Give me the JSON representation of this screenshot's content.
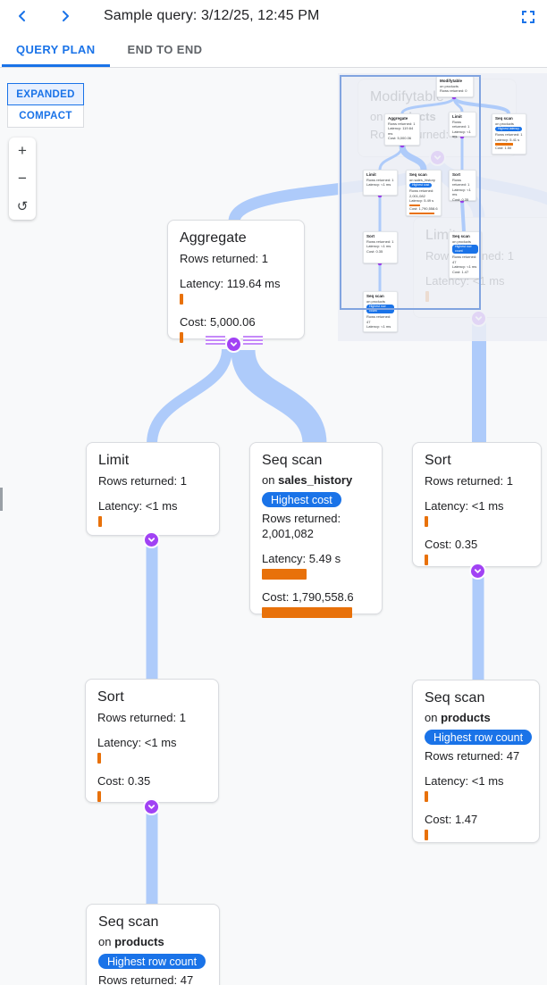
{
  "header": {
    "title": "Sample query: 3/12/25, 12:45 PM"
  },
  "tabs": {
    "query_plan": "QUERY PLAN",
    "end_to_end": "END TO END"
  },
  "controls": {
    "expanded": "EXPANDED",
    "compact": "COMPACT",
    "zoom_in": "+",
    "zoom_out": "−",
    "reset": "↺"
  },
  "colors": {
    "accent_blue": "#1a73e8",
    "link_blue": "#aecbfa",
    "bar_orange": "#e8710a",
    "chevron_purple": "#a142f4",
    "canvas_bg": "#f8f9fa"
  },
  "nodes": {
    "modifytable": {
      "title": "Modifytable",
      "on": "on",
      "table": "products",
      "rows": "Rows returned: 0"
    },
    "limit_behind": {
      "title": "Limit",
      "rows": "Rows returned: 1",
      "latency": "Latency: <1 ms"
    },
    "aggregate": {
      "title": "Aggregate",
      "rows": "Rows returned: 1",
      "latency": "Latency: 119.64 ms",
      "cost": "Cost: 5,000.06"
    },
    "limit": {
      "title": "Limit",
      "rows": "Rows returned: 1",
      "latency": "Latency: <1 ms"
    },
    "seq_scan_sales": {
      "title": "Seq scan",
      "on": "on",
      "table": "sales_history",
      "badge": "Highest cost",
      "rows": "Rows returned: 2,001,082",
      "latency": "Latency: 5.49 s",
      "cost": "Cost: 1,790,558.6"
    },
    "sort_right": {
      "title": "Sort",
      "rows": "Rows returned: 1",
      "latency": "Latency: <1 ms",
      "cost": "Cost: 0.35"
    },
    "sort_left": {
      "title": "Sort",
      "rows": "Rows returned: 1",
      "latency": "Latency: <1 ms",
      "cost": "Cost: 0.35"
    },
    "seq_scan_products_right": {
      "title": "Seq scan",
      "on": "on",
      "table": "products",
      "badge": "Highest row count",
      "rows": "Rows returned: 47",
      "latency": "Latency: <1 ms",
      "cost": "Cost: 1.47"
    },
    "seq_scan_products_bottom": {
      "title": "Seq scan",
      "on": "on",
      "table": "products",
      "badge": "Highest row count",
      "rows": "Rows returned: 47"
    }
  },
  "minimap": {
    "modifytable": {
      "title": "Modifytable",
      "body": "on products\nRows returned: 0"
    },
    "aggregate": {
      "title": "Aggregate",
      "body": "Rows returned: 1\nLatency: 119.64 ms\nCost: 5,000.06"
    },
    "limit_mid": {
      "title": "Limit",
      "body": "Rows returned: 1\nLatency: <1 ms"
    },
    "seq_scan_latency": {
      "title": "Seq scan",
      "sub": "on products",
      "badge": "Highest latency",
      "body": "Rows returned: 1\nLatency: 5.41 s"
    },
    "seq_scan_latency_cost": {
      "body": "Cost: 1.50"
    },
    "limit_left": {
      "title": "Limit",
      "body": "Rows returned: 1\nLatency: <1 ms"
    },
    "seq_scan_cost": {
      "title": "Seq scan",
      "sub": "on sales_history",
      "badge": "Highest cost",
      "body": "Rows returned:\n2,001,082\nLatency: 5.49 s"
    },
    "seq_scan_cost_cost": {
      "body": "Cost: 1,790,558.6"
    },
    "sort_mid": {
      "title": "Sort",
      "body": "Rows returned: 1\nLatency: <1 ms\nCost: 0.35"
    },
    "sort_left": {
      "title": "Sort",
      "body": "Rows returned: 1\nLatency: <1 ms\nCost: 0.35"
    },
    "seq_scan_rows_right": {
      "title": "Seq scan",
      "sub": "on products",
      "badge": "Highest row count",
      "body": "Rows returned: 47\nLatency: <1 ms\nCost: 1.47"
    },
    "seq_scan_rows_bottom": {
      "title": "Seq scan",
      "sub": "on products",
      "badge": "Highest row count",
      "body": "Rows returned: 47\nLatency: <1 ms"
    }
  }
}
